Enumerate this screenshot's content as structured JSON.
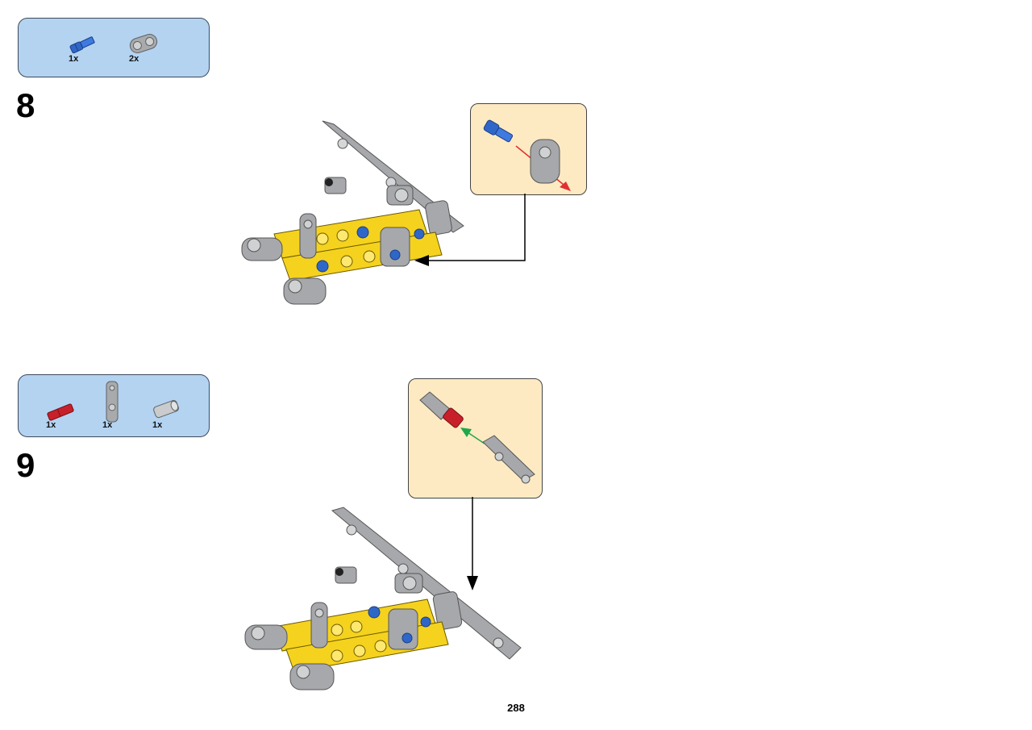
{
  "steps": [
    {
      "number": "8",
      "parts": [
        {
          "icon": "blue-axle-pin-icon",
          "color": "#2f67c9",
          "qty": "1x"
        },
        {
          "icon": "gray-connector-icon",
          "color": "#a8aaac",
          "qty": "2x"
        }
      ],
      "arrow_color": "#e03030"
    },
    {
      "number": "9",
      "parts": [
        {
          "icon": "red-axle-pin-icon",
          "color": "#c8202a",
          "qty": "1x"
        },
        {
          "icon": "gray-connector-beam-icon",
          "color": "#a8aaac",
          "qty": "1x"
        },
        {
          "icon": "gray-bushing-icon",
          "color": "#c9cbcc",
          "qty": "1x"
        }
      ],
      "arrow_color": "#1ea84a"
    }
  ],
  "colors": {
    "parts_box_bg": "#b3d3f1",
    "callout_bg": "#fdeac3",
    "beam_yellow": "#f5d21e",
    "beam_gray": "#a6a8ab"
  },
  "page_number": "288"
}
